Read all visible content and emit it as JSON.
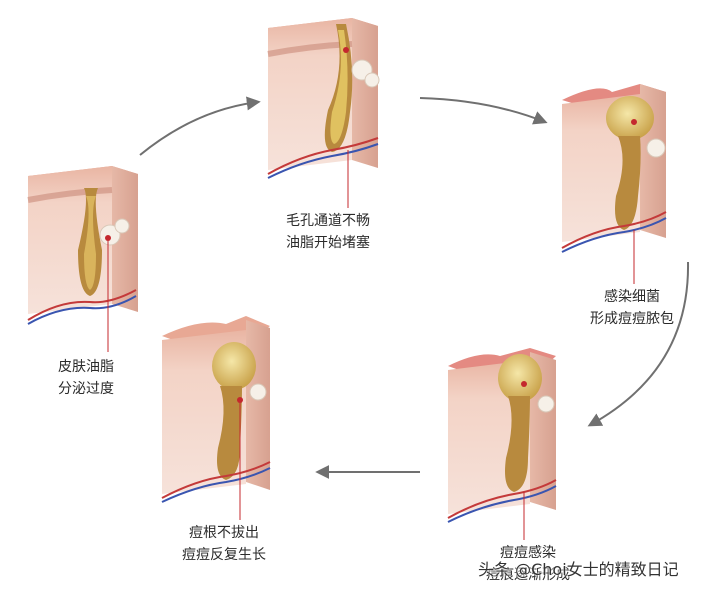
{
  "stages": [
    {
      "id": "normal",
      "line1": "皮肤油脂",
      "line2": "分泌过度"
    },
    {
      "id": "blocked",
      "line1": "毛孔通道不畅",
      "line2": "油脂开始堵塞"
    },
    {
      "id": "infected",
      "line1": "感染细菌",
      "line2": "形成痘痘脓包"
    },
    {
      "id": "scar",
      "line1": "痘痘感染",
      "line2": "痘痕逐渐形成"
    },
    {
      "id": "root",
      "line1": "痘根不拔出",
      "line2": "痘痘反复生长"
    }
  ],
  "watermark": "头条 @Choi女士的精致日记",
  "colors": {
    "skin": "#f2cfc3",
    "epidermis": "#e7a896",
    "sebum": "#c9a24a",
    "arrow": "#707070",
    "vessel_red": "#c43a3a",
    "vessel_blue": "#3a55b0"
  }
}
